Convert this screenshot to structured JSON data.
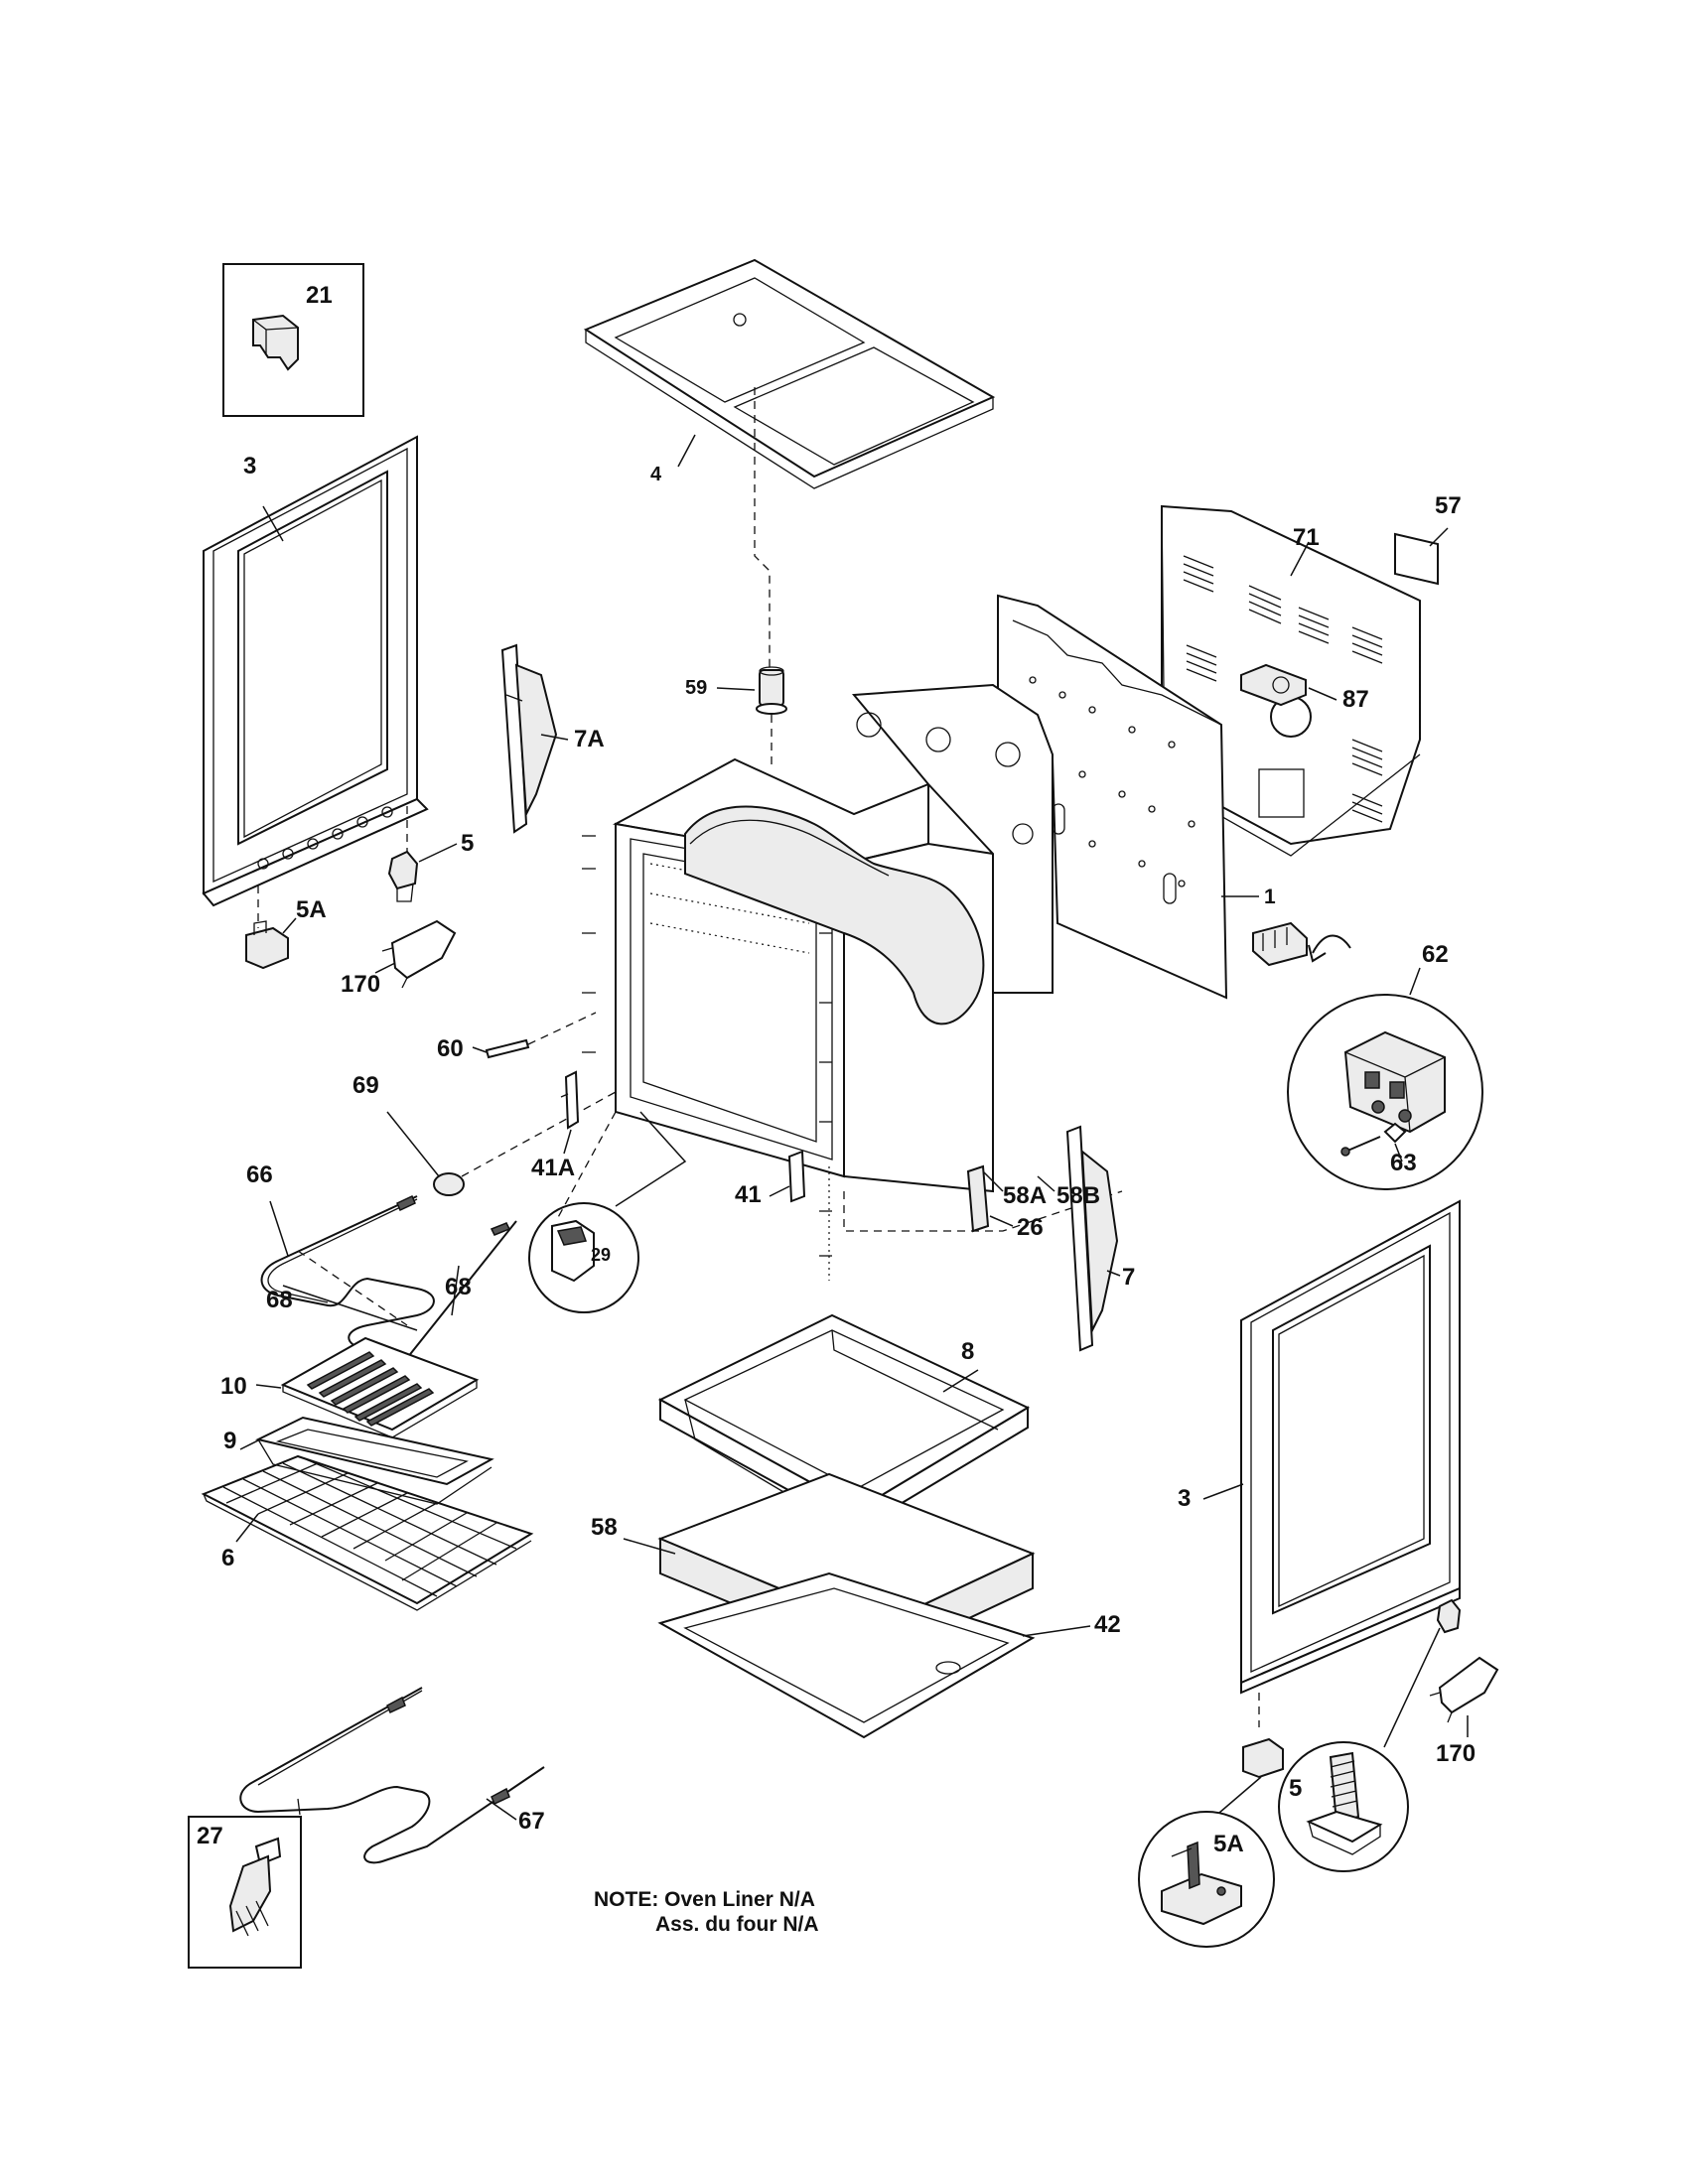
{
  "labels": {
    "p21": "21",
    "p3_left": "3",
    "p4": "4",
    "p57": "57",
    "p71": "71",
    "p87": "87",
    "p59": "59",
    "p7A": "7A",
    "p5_left": "5",
    "p5A_left": "5A",
    "p170_left": "170",
    "p1": "1",
    "p62": "62",
    "p60": "60",
    "p69": "69",
    "p41A": "41A",
    "p58A": "58A",
    "p58B": "58B",
    "p66": "66",
    "p29": "29",
    "p41": "41",
    "p26": "26",
    "p7": "7",
    "p63": "63",
    "p68_a": "68",
    "p68_b": "68",
    "p10": "10",
    "p8": "8",
    "p9": "9",
    "p3_right": "3",
    "p6": "6",
    "p58": "58",
    "p42": "42",
    "p170_right": "170",
    "p5_right": "5",
    "p5A_right": "5A",
    "p67": "67",
    "p27": "27"
  },
  "note": {
    "line1": "NOTE: Oven Liner N/A",
    "line2": "Ass. du four N/A"
  },
  "colors": {
    "ink": "#111111",
    "paper": "#ffffff",
    "fill_light": "#f2f2f2",
    "fill_mid": "#d9d9d9",
    "fill_dark": "#555555"
  }
}
